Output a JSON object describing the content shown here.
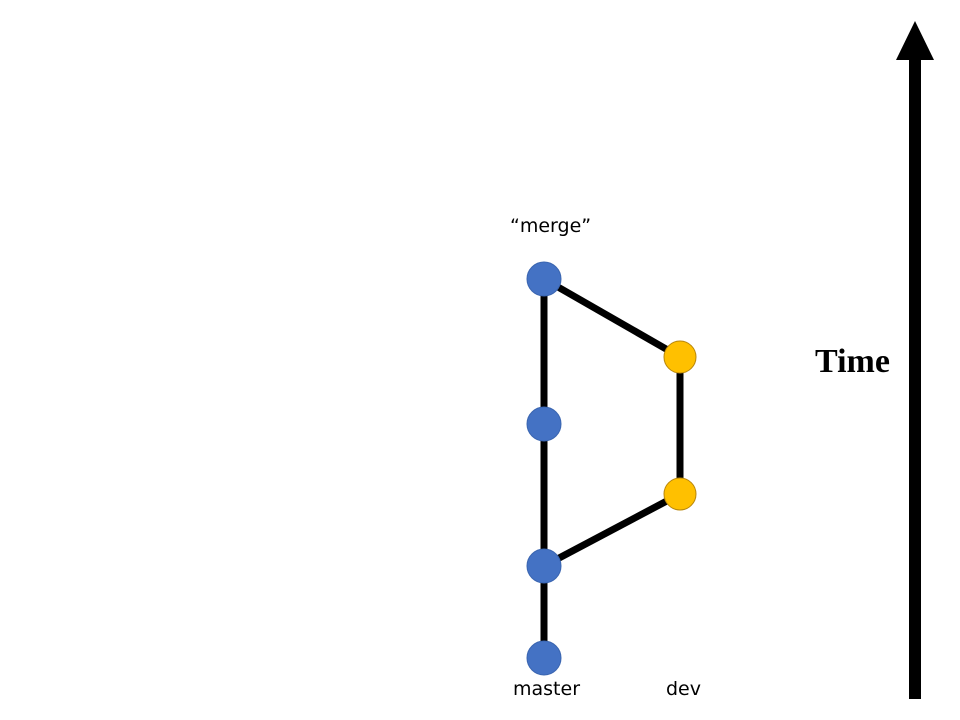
{
  "labels": {
    "merge": "“merge”",
    "master": "master",
    "dev": "dev",
    "time": "Time"
  },
  "branches": [
    {
      "name": "master",
      "color": "#4472C4",
      "commits": 4
    },
    {
      "name": "dev",
      "color": "#FFC000",
      "commits": 2
    }
  ],
  "colors": {
    "master_commit": "#4472C4",
    "dev_commit": "#FFC000",
    "edge": "#000000",
    "time_arrow": "#000000"
  }
}
